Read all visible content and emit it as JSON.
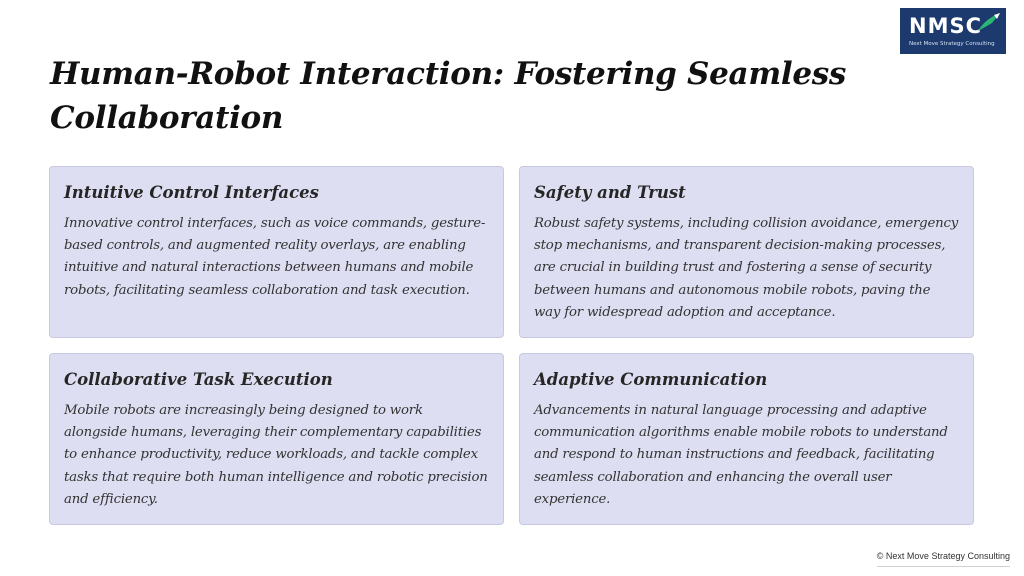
{
  "slide": {
    "title": "Human-Robot Interaction: Fostering Seamless Collaboration"
  },
  "logo": {
    "mark": "NMSC",
    "tagline": "Next Move Strategy Consulting",
    "background_color": "#1c3a6e",
    "accent_color": "#2bb673",
    "icon": "swoosh-icon"
  },
  "cards": [
    {
      "title": "Intuitive Control Interfaces",
      "body": "Innovative control interfaces, such as voice commands, gesture-based controls, and augmented reality overlays, are enabling intuitive and natural interactions between humans and mobile robots, facilitating seamless collaboration and task execution."
    },
    {
      "title": "Safety and Trust",
      "body": "Robust safety systems, including collision avoidance, emergency stop mechanisms, and transparent decision-making processes, are crucial in building trust and fostering a sense of security between humans and autonomous mobile robots, paving the way for widespread adoption and acceptance."
    },
    {
      "title": "Collaborative Task Execution",
      "body": "Mobile robots are increasingly being designed to work alongside humans, leveraging their complementary capabilities to enhance productivity, reduce workloads, and tackle complex tasks that require both human intelligence and robotic precision and efficiency."
    },
    {
      "title": "Adaptive Communication",
      "body": "Advancements in natural language processing and adaptive communication algorithms enable mobile robots to understand and respond to human instructions and feedback, facilitating seamless collaboration and enhancing the overall user experience."
    }
  ],
  "footer": {
    "copyright": "© Next Move Strategy Consulting"
  },
  "colors": {
    "card_background": "#dddef2",
    "card_border": "#c8c9e0",
    "text": "#1f1f1f"
  }
}
